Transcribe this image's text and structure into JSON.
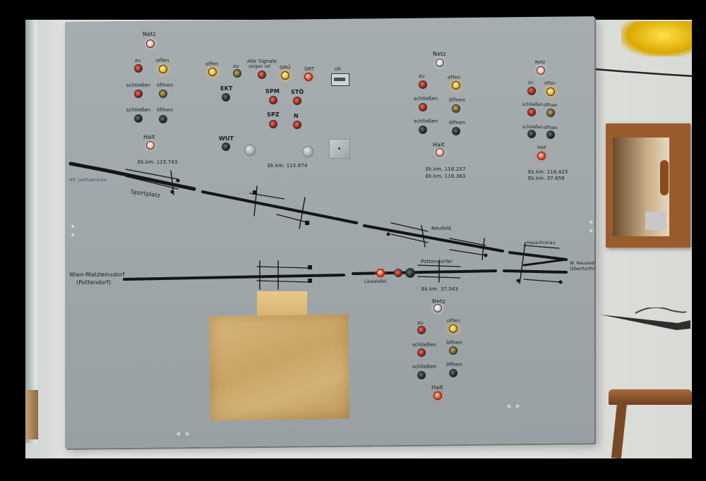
{
  "photo": {
    "subject": "signal control panel"
  },
  "panel": {
    "left_block": {
      "netz": "Netz",
      "zu": "zu",
      "offen": "offen",
      "schliessen1": "schließen",
      "oeffnen1": "öffnen",
      "schliessen2": "schließen",
      "oeffnen2": "öffnen",
      "halt": "Halt",
      "km": "Ek.km. 115.743"
    },
    "center_block": {
      "offen": "offen",
      "zu": "zu",
      "alle_signale": "Alle Signale",
      "zeigen_rot": "zeigen rot",
      "gru": "GRÜ",
      "grt": "GRT",
      "gr": "GR",
      "ekt": "EKT",
      "spm": "SPM",
      "sto": "STÖ",
      "spz": "SPZ",
      "n": "N",
      "wut": "WUT",
      "km": "Ek.km. 115.874"
    },
    "right1_block": {
      "netz": "Netz",
      "zu": "zu",
      "offen": "offen",
      "schliessen1": "schließen",
      "oeffnen1": "öffnen",
      "schliessen2": "schließen",
      "oeffnen2": "öffnen",
      "halt": "Halt",
      "km1": "Ek.km. 116.257",
      "km2": "Ek.km. 116.363"
    },
    "right2_block": {
      "netz": "Netz",
      "zu": "zu",
      "offen": "offen",
      "schliessen1": "schließen",
      "oeffnen1": "öffnen",
      "schliessen2": "schließen",
      "oeffnen2": "öffnen",
      "halt": "Halt",
      "km1": "Ek.km. 116.425",
      "km2": "Ek.km. 37.658"
    },
    "bottom_block": {
      "netz": "Netz",
      "zu": "zu",
      "offen": "offen",
      "schliessen1": "schließen",
      "oeffnen1": "öffnen",
      "schliessen2": "schließen",
      "oeffnen2": "öffnen",
      "halt": "Halt",
      "km": "Ek.km. 37.543"
    },
    "track_labels": {
      "haltestelle": "Hlt. Leithabrücke",
      "sportplatz": "Sportplatz",
      "neufeld": "Neufeld",
      "hauschronau": "Hauschronau",
      "pottendorfer": "Pottendorfer",
      "wien_matzleinsdorf": "Wien-Matzleinsdorf",
      "pottendorf": "(Pottendorf)",
      "neusiedl": "W. Neusiedl",
      "ebenfurth": "(Ebenfurth)",
      "laeutetafel": "Läutetafel"
    }
  }
}
